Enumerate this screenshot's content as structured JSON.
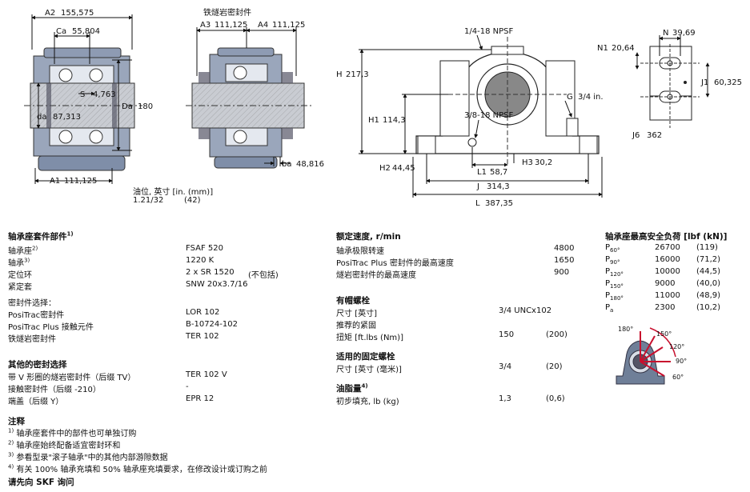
{
  "drawings": {
    "left": {
      "A2": "A2",
      "A2_val": "155,575",
      "Ca": "Ca",
      "Ca_val": "55,804",
      "S": "S",
      "S_val": "4,763",
      "Da": "Da",
      "Da_val": "180",
      "da": "da",
      "da_val": "87,313",
      "A1": "A1",
      "A1_val": "111,125"
    },
    "middle": {
      "title": "铁燧岩密封件",
      "A3": "A3",
      "A3_val": "111,125",
      "A4": "A4",
      "A4_val": "111,125",
      "ba": "ba",
      "ba_val": "48,816"
    },
    "oil": {
      "label": "油位, 英寸 [in. (mm)]",
      "val1": "1.21/32",
      "val2": "(42)"
    },
    "front": {
      "npsf_top": "1/4-18 NPSF",
      "H": "H",
      "H_val": "217,3",
      "H1": "H1",
      "H1_val": "114,3",
      "G": "G",
      "G_val": "3/4 in.",
      "npsf_mid": "3/8-18 NPSF",
      "H2": "H2",
      "H2_val": "44,45",
      "L1": "L1",
      "L1_val": "58,7",
      "H3": "H3",
      "H3_val": "30,2",
      "J": "J",
      "J_val": "314,3",
      "L": "L",
      "L_val": "387,35"
    },
    "side": {
      "N": "N",
      "N_val": "39,69",
      "N1": "N1",
      "N1_val": "20,64",
      "J1": "J1",
      "J1_val": "60,325",
      "J6": "J6",
      "J6_val": "362"
    }
  },
  "components": {
    "title": "轴承座套件部件",
    "title_sup": "1)",
    "rows": [
      {
        "label": "轴承座",
        "sup": "2)",
        "value": "FSAF 520",
        "extra": ""
      },
      {
        "label": "轴承",
        "sup": "3)",
        "value": "1220 K",
        "extra": ""
      },
      {
        "label": "定位环",
        "sup": "",
        "value": "2 x SR 1520",
        "extra": "(不包括)"
      },
      {
        "label": "紧定套",
        "sup": "",
        "value": "SNW 20x3.7/16",
        "extra": ""
      }
    ]
  },
  "seal_select": {
    "title": "密封件选择：",
    "rows": [
      {
        "label": "PosiTrac密封件",
        "value": "LOR 102"
      },
      {
        "label": "PosiTrac Plus 接触元件",
        "value": "B-10724-102"
      },
      {
        "label": "铁燧岩密封件",
        "value": "TER 102"
      }
    ]
  },
  "other_seals": {
    "title": "其他的密封选择",
    "rows": [
      {
        "label": "带 V 形圈的燧岩密封件（后缀 TV）",
        "value": "TER 102 V"
      },
      {
        "label": "接触密封件（后缀 -210）",
        "value": "-"
      },
      {
        "label": "端盖（后缀 Y）",
        "value": "EPR 12"
      }
    ]
  },
  "notes": {
    "title": "注释",
    "items": [
      {
        "sup": "1)",
        "text": "轴承座套件中的部件也可单独订购"
      },
      {
        "sup": "2)",
        "text": "轴承座始终配备适宜密封环和"
      },
      {
        "sup": "3)",
        "text": "参看型录\"滚子轴承\"中的其他内部游隙数据"
      },
      {
        "sup": "4)",
        "text": "有关 100% 轴承充填和 50% 轴承座充填要求，在修改设计或订购之前"
      }
    ],
    "footer": "请先向 SKF 询问"
  },
  "speed": {
    "title": "额定速度, r/min",
    "rows": [
      {
        "label": "轴承极限转速",
        "value": "4800"
      },
      {
        "label": "PosiTrac Plus 密封件的最高速度",
        "value": "1650"
      },
      {
        "label": "燧岩密封件的最高速度",
        "value": "900"
      }
    ]
  },
  "cap_bolts": {
    "title": "有帽螺栓",
    "rows": [
      {
        "label": "尺寸 [英寸]",
        "v1": "3/4 UNCx102",
        "v2": ""
      },
      {
        "label": "推荐的紧固",
        "v1": "",
        "v2": ""
      },
      {
        "label": "扭矩 [ft.lbs (Nm)]",
        "v1": "150",
        "v2": "(200)"
      }
    ]
  },
  "fix_bolts": {
    "title": "适用的固定螺栓",
    "rows": [
      {
        "label": "尺寸 [英寸 (毫米)]",
        "v1": "3/4",
        "v2": "(20)"
      }
    ]
  },
  "grease": {
    "title": "油脂量",
    "title_sup": "4)",
    "rows": [
      {
        "label": "初步填充, lb (kg)",
        "v1": "1,3",
        "v2": "(0,6)"
      }
    ]
  },
  "loads": {
    "title": "轴承座最高安全负荷 [lbf (kN)]",
    "rows": [
      {
        "p": "P",
        "sub": "60°",
        "v1": "26700",
        "v2": "(119)"
      },
      {
        "p": "P",
        "sub": "90°",
        "v1": "16000",
        "v2": "(71,2)"
      },
      {
        "p": "P",
        "sub": "120°",
        "v1": "10000",
        "v2": "(44,5)"
      },
      {
        "p": "P",
        "sub": "150°",
        "v1": "9000",
        "v2": "(40,0)"
      },
      {
        "p": "P",
        "sub": "180°",
        "v1": "11000",
        "v2": "(48,9)"
      },
      {
        "p": "P",
        "sub": "a",
        "v1": "2300",
        "v2": "(10,2)"
      }
    ],
    "angles": [
      "180°",
      "150°",
      "120°",
      "90°",
      "60°"
    ]
  }
}
